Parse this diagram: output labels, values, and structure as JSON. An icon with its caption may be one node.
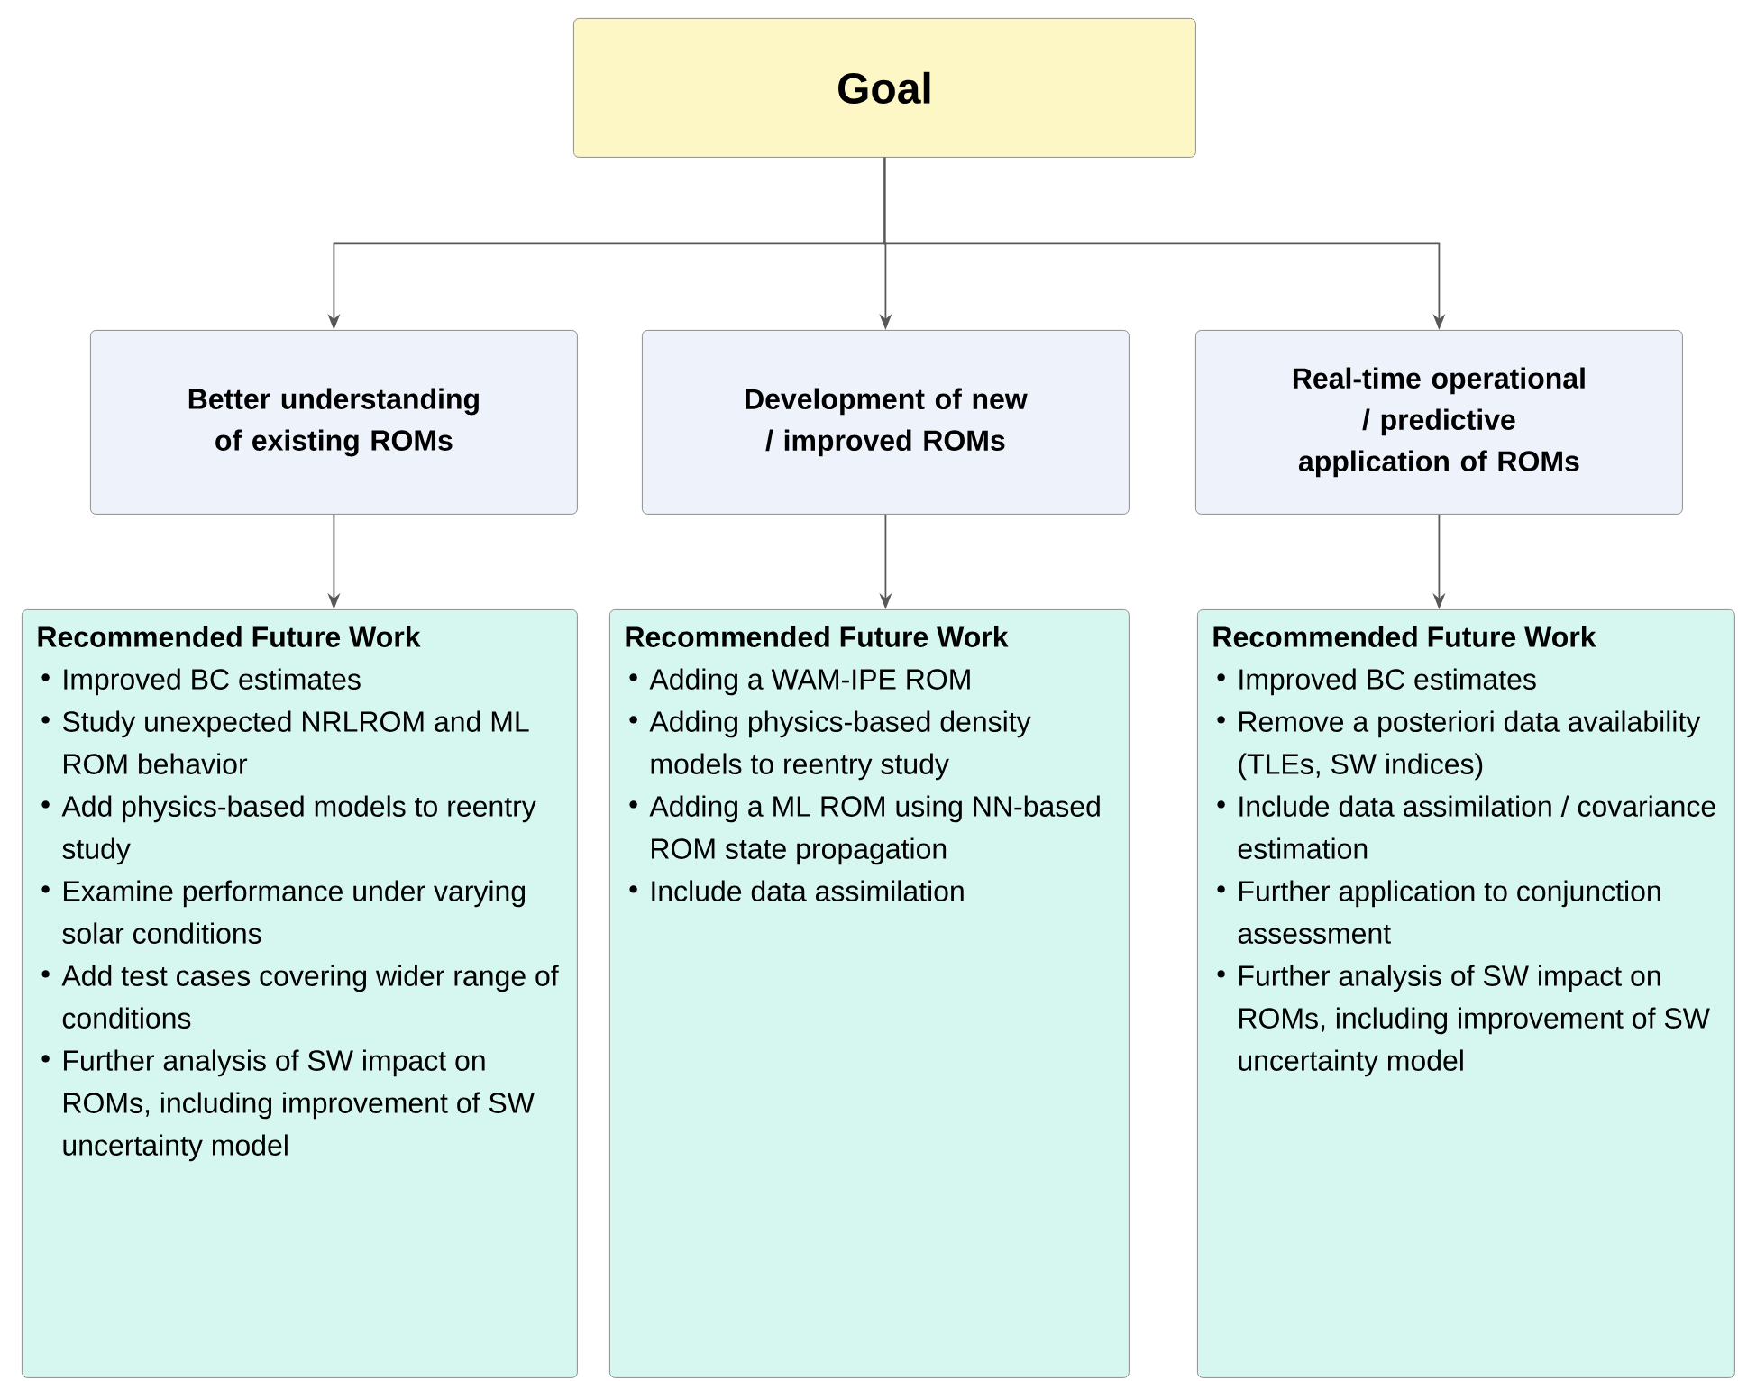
{
  "diagram": {
    "nodes": [
      {
        "text": [
          "Goal"
        ]
      },
      {
        "text": [
          "Better understanding of existing ROMs"
        ]
      },
      {
        "text": [
          "Development of new / improved ROMs"
        ]
      },
      {
        "text": [
          "Real-time operational / predictive application of ROMs"
        ]
      },
      {
        "text": [
          "Recommended Future Work",
          "Improved BC estimates",
          "Study unexpected NRLROM and ML ROM behavior",
          "Add physics-based models to reentry study",
          "Examine performance under varying solar conditions",
          "Add test cases covering wider range of conditions",
          "Further analysis of SW impact on ROMs, including improvement of SW uncertainty model"
        ]
      },
      {
        "text": [
          "Recommended Future Work",
          "Adding a WAM-IPE ROM",
          "Adding physics-based density models to reentry study",
          "Adding a ML ROM using NN-based ROM state propagation",
          "Include data assimilation"
        ]
      },
      {
        "text": [
          "Recommended Future Work",
          "Improved BC estimates",
          "Remove a posteriori data availability (TLEs, SW indices)",
          "Include data assimilation / covariance estimation",
          "Further application to conjunction assessment",
          "Further analysis of SW impact on ROMs, including improvement of SW uncertainty model"
        ]
      }
    ],
    "edges": [
      {
        "from": 0,
        "to": 1,
        "arrow": "to"
      },
      {
        "from": 0,
        "to": 2,
        "arrow": "to"
      },
      {
        "from": 0,
        "to": 3,
        "arrow": "to"
      },
      {
        "from": 1,
        "to": 4,
        "arrow": "to"
      },
      {
        "from": 2,
        "to": 5,
        "arrow": "to"
      },
      {
        "from": 3,
        "to": 6,
        "arrow": "to"
      }
    ]
  }
}
